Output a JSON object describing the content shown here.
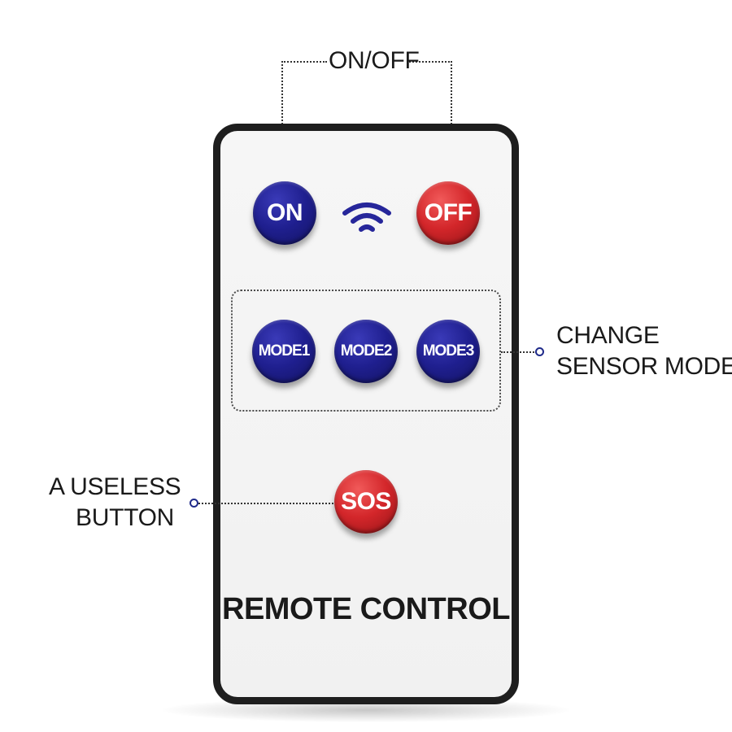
{
  "callouts": {
    "power": "ON/OFF",
    "mode_lines": [
      "CHANGE",
      "SENSOR MODE"
    ],
    "useless_lines": [
      "A USELESS",
      "BUTTON"
    ]
  },
  "remote": {
    "title": "REMOTE CONTROL",
    "buttons": {
      "on": "ON",
      "off": "OFF",
      "mode1": "MODE1",
      "mode2": "MODE2",
      "mode3": "MODE3",
      "sos": "SOS"
    },
    "signal_icon": "wifi-icon"
  },
  "colors": {
    "blue_button": "#1f1f8f",
    "red_button": "#d3262a",
    "remote_border": "#1e1e1e",
    "remote_body": "#f3f3f3",
    "callout_dot": "#1f2a8a"
  }
}
